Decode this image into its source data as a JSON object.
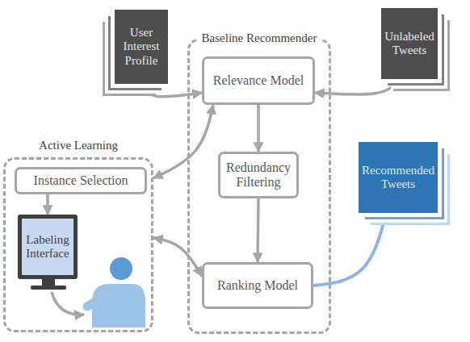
{
  "diagram": {
    "nodes": [
      {
        "text": [
          "User Interest Profile"
        ]
      },
      {
        "text": [
          "Baseline Recommender"
        ]
      },
      {
        "text": [
          "Unlabeled Tweets"
        ]
      },
      {
        "text": [
          "Relevance Model"
        ],
        "in": 1
      },
      {
        "text": [
          "Active Learning"
        ]
      },
      {
        "text": [
          "Instance Selection"
        ],
        "in": 4
      },
      {
        "text": [
          "Redundancy Filtering"
        ],
        "in": 1
      },
      {
        "text": [
          "Labeling Interface"
        ],
        "in": 4
      },
      {
        "text": [
          "Ranking Model"
        ],
        "in": 1
      },
      {
        "text": [
          "Recommended Tweets"
        ]
      }
    ],
    "edges": [
      {
        "from": 0,
        "to": 3,
        "arrow": "to"
      },
      {
        "from": 2,
        "to": 3,
        "arrow": "to"
      },
      {
        "from": 3,
        "to": 6,
        "arrow": "to"
      },
      {
        "from": 6,
        "to": 8,
        "arrow": "to"
      },
      {
        "from": 3,
        "to": 4,
        "arrow": "both"
      },
      {
        "from": 4,
        "to": 8,
        "arrow": "both"
      },
      {
        "from": 5,
        "to": 7,
        "arrow": "to"
      },
      {
        "from": 8,
        "to": 9,
        "arrow": "to"
      }
    ]
  }
}
